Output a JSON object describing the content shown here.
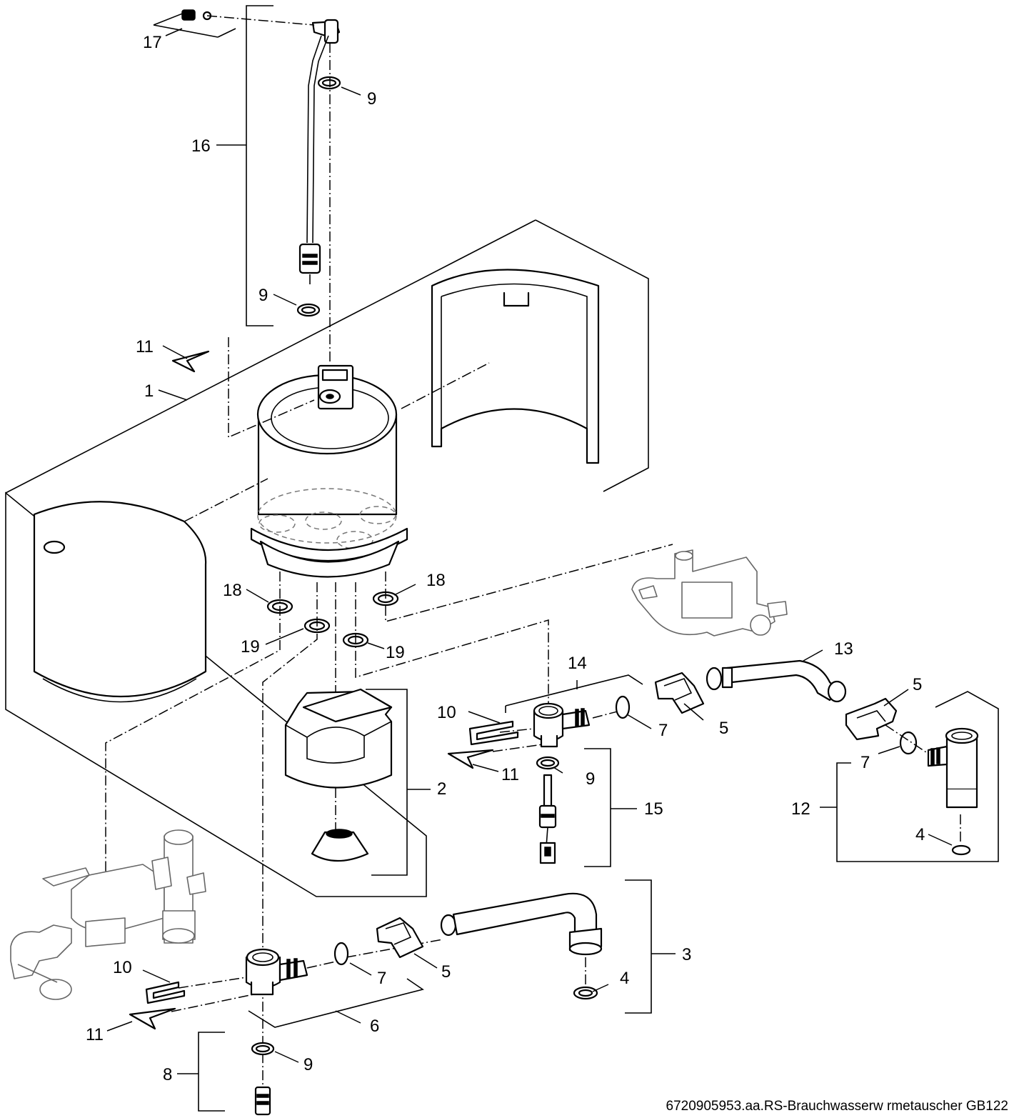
{
  "callouts": {
    "c1": "1",
    "c2": "2",
    "c3": "3",
    "c4a": "4",
    "c4b": "4",
    "c5a": "5",
    "c5b": "5",
    "c5c": "5",
    "c6": "6",
    "c7a": "7",
    "c7b": "7",
    "c7c": "7",
    "c8": "8",
    "c9a": "9",
    "c9b": "9",
    "c9c": "9",
    "c9d": "9",
    "c10a": "10",
    "c10b": "10",
    "c11a": "11",
    "c11b": "11",
    "c11c": "11",
    "c12": "12",
    "c13": "13",
    "c14": "14",
    "c15": "15",
    "c16": "16",
    "c17": "17",
    "c18a": "18",
    "c18b": "18",
    "c19a": "19",
    "c19b": "19"
  },
  "drawing_reference": "6720905953.aa.RS-Brauchwasserw rmetauscher GB122"
}
